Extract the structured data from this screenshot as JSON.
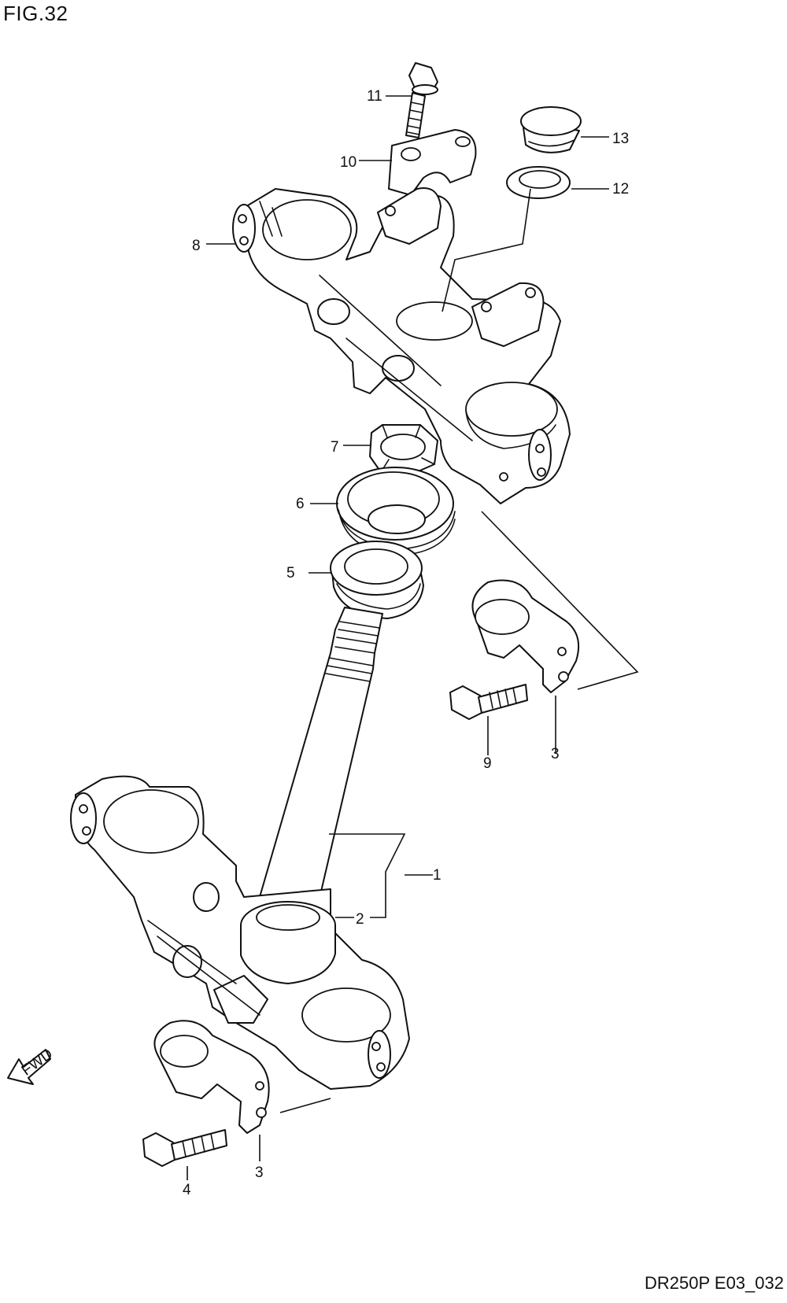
{
  "figure": {
    "title": "FIG.32",
    "code": "DR250P E03_032"
  },
  "callouts": [
    {
      "id": "1",
      "label": "1"
    },
    {
      "id": "2",
      "label": "2"
    },
    {
      "id": "3a",
      "label": "3"
    },
    {
      "id": "3b",
      "label": "3"
    },
    {
      "id": "4",
      "label": "4"
    },
    {
      "id": "5",
      "label": "5"
    },
    {
      "id": "6",
      "label": "6"
    },
    {
      "id": "7",
      "label": "7"
    },
    {
      "id": "8",
      "label": "8"
    },
    {
      "id": "9",
      "label": "9"
    },
    {
      "id": "10",
      "label": "10"
    },
    {
      "id": "11",
      "label": "11"
    },
    {
      "id": "12",
      "label": "12"
    },
    {
      "id": "13",
      "label": "13"
    }
  ],
  "fwd_arrow": {
    "label": "FWD"
  }
}
